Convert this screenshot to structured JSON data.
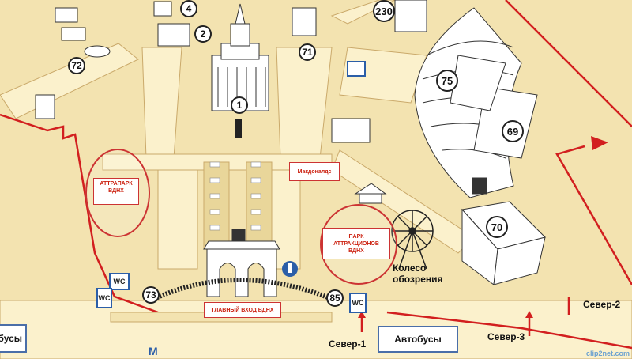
{
  "map": {
    "markers": {
      "m1": "1",
      "m2": "2",
      "m4": "4",
      "m69": "69",
      "m70": "70",
      "m71": "71",
      "m72": "72",
      "m73": "73",
      "m75": "75",
      "m85": "85",
      "m230": "230"
    },
    "labels": {
      "attrapark": "АТТРАПАРК ВДНХ",
      "park_attractions": "ПАРК АТТРАКЦИОНОВ ВДНХ",
      "mcdonalds": "Макдоналдс",
      "main_entrance": "ГЛАВНЫЙ ВХОД ВДНХ",
      "ferris_wheel": "Колесо обозрения",
      "wc": "WC",
      "sever1": "Север-1",
      "sever2": "Север-2",
      "sever3": "Север-3",
      "buses_center": "Автобусы",
      "buses_left": "Автобусы",
      "metro": "М",
      "watermark": "clip2net.com"
    },
    "colors": {
      "background": "#f3e3b0",
      "road": "#fbf1cc",
      "route_red": "#d21f1f",
      "label_red": "#c21",
      "wc_border": "#2b5ea8"
    },
    "icons": [
      "metro-icon",
      "wheelchair-icon",
      "pavilion-icon",
      "fountain-icon",
      "ferris-wheel-icon",
      "arrow-icon"
    ]
  }
}
